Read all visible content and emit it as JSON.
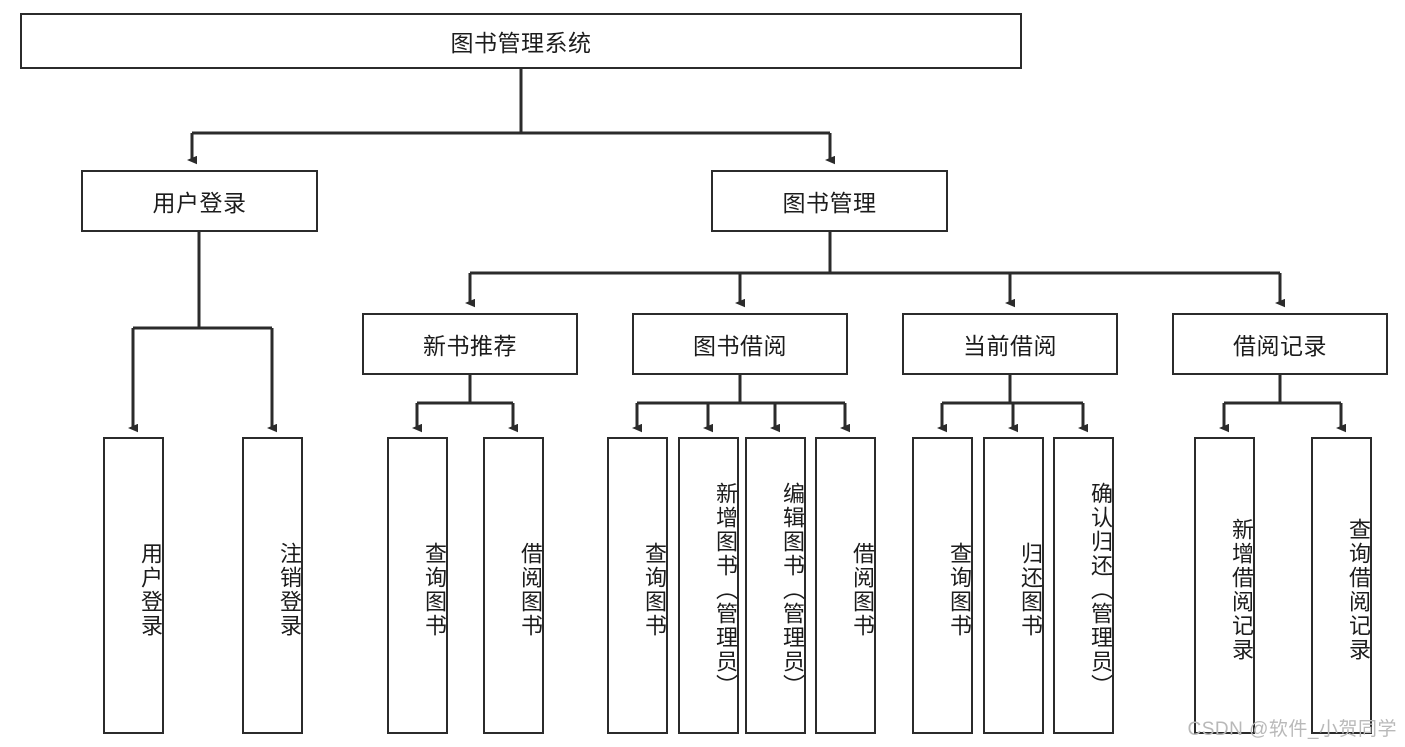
{
  "diagram": {
    "title": "图书管理系统",
    "type": "hierarchy-tree",
    "root": {
      "id": "root",
      "label": "图书管理系统"
    },
    "level2": [
      {
        "id": "user-login",
        "label": "用户登录"
      },
      {
        "id": "book-manage",
        "label": "图书管理"
      }
    ],
    "level3": [
      {
        "id": "new-book-rec",
        "label": "新书推荐",
        "parent": "book-manage"
      },
      {
        "id": "book-borrow",
        "label": "图书借阅",
        "parent": "book-manage"
      },
      {
        "id": "current-borrow",
        "label": "当前借阅",
        "parent": "book-manage"
      },
      {
        "id": "borrow-record",
        "label": "借阅记录",
        "parent": "book-manage"
      }
    ],
    "leaves": [
      {
        "id": "leaf-user-login",
        "label": "用户登录",
        "parent": "user-login"
      },
      {
        "id": "leaf-user-logout",
        "label": "注销登录",
        "parent": "user-login"
      },
      {
        "id": "leaf-query-book-1",
        "label": "查询图书",
        "parent": "new-book-rec"
      },
      {
        "id": "leaf-borrow-book-1",
        "label": "借阅图书",
        "parent": "new-book-rec"
      },
      {
        "id": "leaf-query-book-2",
        "label": "查询图书",
        "parent": "book-borrow"
      },
      {
        "id": "leaf-add-book",
        "label": "新增图书（管理员）",
        "parent": "book-borrow"
      },
      {
        "id": "leaf-edit-book",
        "label": "编辑图书（管理员）",
        "parent": "book-borrow"
      },
      {
        "id": "leaf-borrow-book-2",
        "label": "借阅图书",
        "parent": "book-borrow"
      },
      {
        "id": "leaf-query-book-3",
        "label": "查询图书",
        "parent": "current-borrow"
      },
      {
        "id": "leaf-return-book",
        "label": "归还图书",
        "parent": "current-borrow"
      },
      {
        "id": "leaf-confirm-return",
        "label": "确认归还（管理员）",
        "parent": "current-borrow"
      },
      {
        "id": "leaf-add-record",
        "label": "新增借阅记录",
        "parent": "borrow-record"
      },
      {
        "id": "leaf-query-record",
        "label": "查询借阅记录",
        "parent": "borrow-record"
      }
    ],
    "colors": {
      "border": "#2b2b2b",
      "background": "#ffffff",
      "text": "#1c1c1c",
      "watermark": "#b9b9b9"
    }
  },
  "watermark": {
    "text": "CSDN @软件_小贺同学"
  }
}
